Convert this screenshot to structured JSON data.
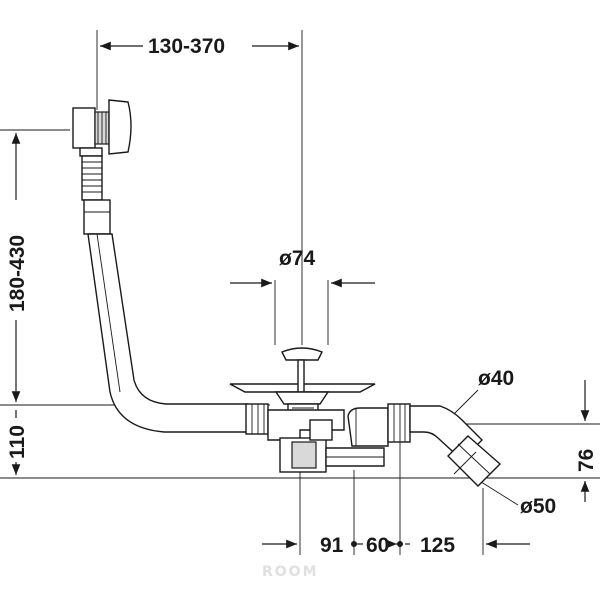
{
  "dimensions": {
    "overflow_horizontal": "130-370",
    "overflow_vertical": "180-430",
    "waste_diameter": "ø74",
    "trap_outlet_diameter": "ø40",
    "pipe_diameter": "ø50",
    "height_total": "110",
    "height_outlet": "76",
    "spacing_a": "91",
    "spacing_b": "60",
    "spacing_c": "125"
  },
  "watermark": "ROOM"
}
